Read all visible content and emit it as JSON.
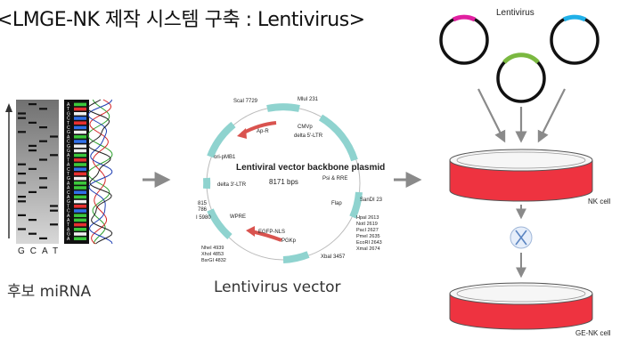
{
  "title": "<LMGE-NK 제작 시스템 구축 : Lentivirus>",
  "captions": {
    "mirna": "후보 miRNA",
    "vector": "Lentivirus vector"
  },
  "lentivirus_label": "Lentivirus",
  "nk_cell_label": "NK cell",
  "ge_nk_cell_label": "GE-NK cell",
  "gel_bases": [
    "G",
    "C",
    "A",
    "T"
  ],
  "sequence_letters": [
    "A",
    "T",
    "G",
    "C",
    "T",
    "C",
    "G",
    "A",
    "C",
    "G",
    "G",
    "A",
    "T",
    "A",
    "C",
    "T",
    "G",
    "A",
    "A",
    "C",
    "A",
    "G",
    "T",
    "C",
    "A",
    "A",
    "T",
    "A",
    "G",
    "A"
  ],
  "plasmid": {
    "title": "Lentiviral vector backbone plasmid",
    "size": "8171 bps",
    "labels": {
      "scai": "ScaI 7729",
      "mlui": "MluI 231",
      "cmvp": "CMVp",
      "delta5": "delta 5'-LTR",
      "apr": "Ap-R",
      "oripmb1": "ori-pMB1",
      "psirre": "Psi & RRE",
      "delta3": "delta 3'-LTR",
      "sandi": "SanDI 23",
      "flap": "Flap",
      "left815": "815",
      "left786": "786",
      "i5980": "I 5980",
      "wpre": "WPRE",
      "hpai": "HpaI 2613",
      "noti": "NotI 2619",
      "paci": "PacI 2627",
      "pmei": "PmeI 2635",
      "ecori": "EcoRI 2643",
      "xmai": "XmaI 2674",
      "egfp": "EGFP-NLS",
      "pgkp": "PGKp",
      "nhei": "NheI 4939",
      "xhoi": "XhoI 4853",
      "bsrgi": "BsrGI 4832",
      "xbai": "XbaI 3457"
    }
  },
  "colors": {
    "plasmid_ring": "#8fd3cf",
    "red_arrow": "#d9534f",
    "magenta": "#e020a0",
    "cyan": "#20b0e8",
    "green": "#7ab840",
    "dish": "#ee3340",
    "gray_arrow": "#8a8a8a"
  }
}
